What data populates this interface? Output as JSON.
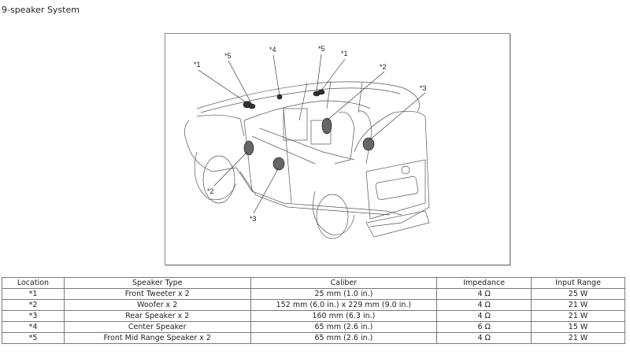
{
  "page": {
    "title": "9-speaker System"
  },
  "figure": {
    "description": "Vehicle cutaway line drawing showing speaker locations",
    "callouts": [
      "*1",
      "*5",
      "*4",
      "*5",
      "*1",
      "*2",
      "*3",
      "*2",
      "*3"
    ]
  },
  "table": {
    "headers": [
      "Location",
      "Speaker Type",
      "Caliber",
      "Impedance",
      "Input Range"
    ],
    "rows": [
      [
        "*1",
        "Front Tweeter x 2",
        "25 mm (1.0 in.)",
        "4 Ω",
        "25 W"
      ],
      [
        "*2",
        "Woofer x 2",
        "152 mm (6.0 in.) x 229 mm (9.0 in.)",
        "4 Ω",
        "21 W"
      ],
      [
        "*3",
        "Rear Speaker x 2",
        "160 mm (6.3 in.)",
        "4 Ω",
        "21 W"
      ],
      [
        "*4",
        "Center Speaker",
        "65 mm (2.6 in.)",
        "6 Ω",
        "15 W"
      ],
      [
        "*5",
        "Front Mid Range Speaker x 2",
        "65 mm (2.6 in.)",
        "4 Ω",
        "21 W"
      ]
    ]
  }
}
